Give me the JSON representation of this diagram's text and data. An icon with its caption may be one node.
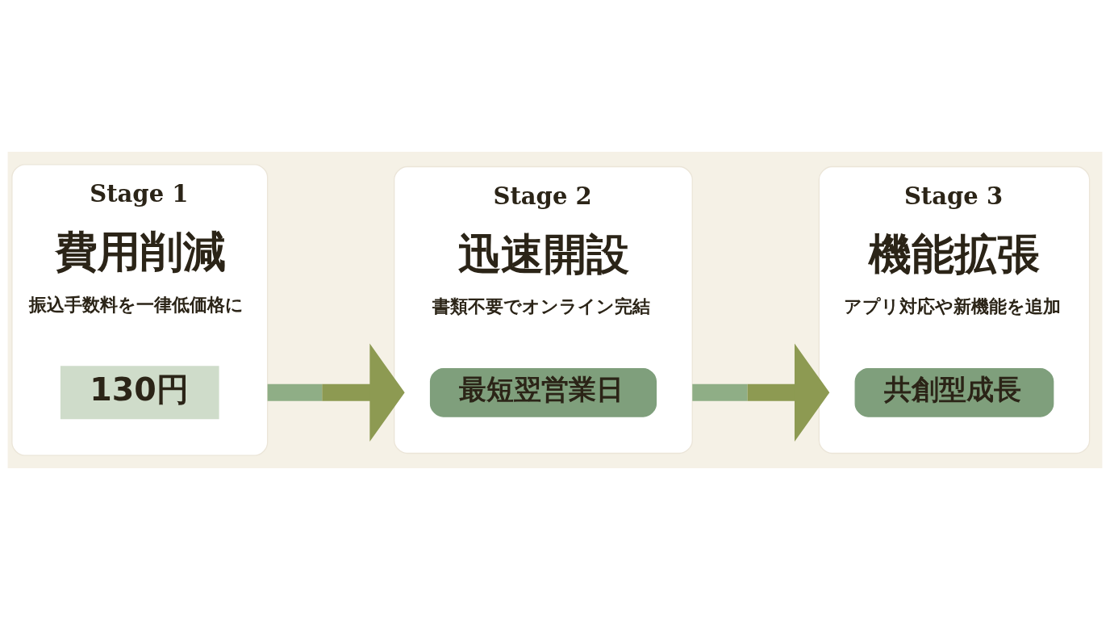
{
  "diagram": {
    "nodes": [
      {
        "text": [
          "Stage 1",
          "費用削減",
          "振込手数料を一律低価格に"
        ]
      },
      {
        "text": [
          "130円"
        ],
        "in": 0
      },
      {
        "text": [
          "Stage 2",
          "迅速開設",
          "書類不要でオンライン完結"
        ]
      },
      {
        "text": [
          "最短翌営業日"
        ],
        "in": 2
      },
      {
        "text": [
          "Stage 3",
          "機能拡張",
          "アプリ対応や新機能を追加"
        ]
      },
      {
        "text": [
          "共創型成長"
        ],
        "in": 4
      }
    ],
    "edges": [
      {
        "from": 0,
        "to": 2,
        "arrow": "to"
      },
      {
        "from": 2,
        "to": 4,
        "arrow": "to"
      }
    ]
  }
}
